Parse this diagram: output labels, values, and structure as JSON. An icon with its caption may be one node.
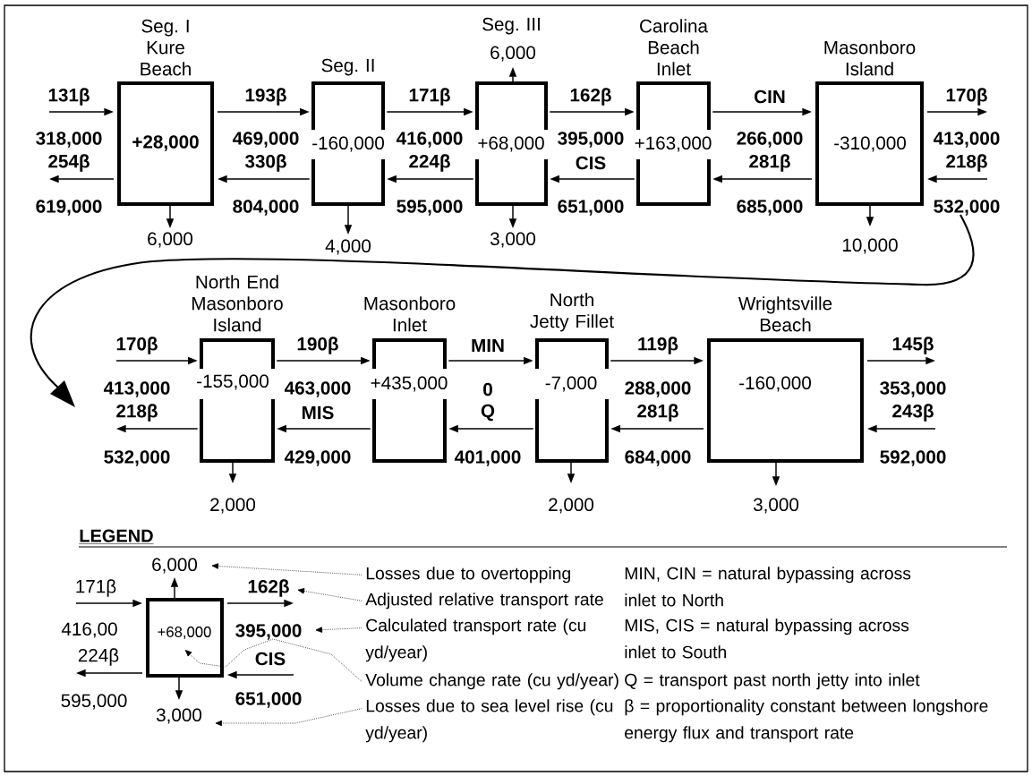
{
  "diagram": {
    "nodes": [
      {
        "text": [
          "Seg. I Kure Beach",
          "+28,000"
        ]
      },
      {
        "text": [
          "Seg. II",
          "-160,000"
        ]
      },
      {
        "text": [
          "Seg. III",
          "+68,000"
        ]
      },
      {
        "text": [
          "Carolina Beach Inlet",
          "+163,000"
        ]
      },
      {
        "text": [
          "Masonboro Island",
          "-310,000"
        ]
      },
      {
        "text": [
          "North End Masonboro Island",
          "-155,000"
        ]
      },
      {
        "text": [
          "Masonboro Inlet",
          "+435,000"
        ]
      },
      {
        "text": [
          "North Jetty Fillet",
          "-7,000"
        ]
      },
      {
        "text": [
          "Wrightsville Beach",
          "-160,000"
        ]
      },
      {
        "text": [
          "+68,000"
        ]
      },
      {
        "text": [
          "Losses due to overtopping"
        ]
      },
      {
        "text": [
          "Adjusted relative transport rate"
        ]
      },
      {
        "text": [
          "Calculated transport rate (cu yd/year)"
        ]
      },
      {
        "text": [
          "Volume change rate (cu yd/year)"
        ]
      },
      {
        "text": [
          "Losses due to sea level rise (cu yd/year)"
        ]
      }
    ],
    "edges": [
      {
        "from": null,
        "to": 0,
        "arrow": "to",
        "label": "131β"
      },
      {
        "from": 0,
        "to": null,
        "arrow": "to",
        "label": "254β"
      },
      {
        "from": 0,
        "to": 1,
        "arrow": "to",
        "label": "193β"
      },
      {
        "from": 1,
        "to": 0,
        "arrow": "to",
        "label": "330β"
      },
      {
        "from": 1,
        "to": 2,
        "arrow": "to",
        "label": "171β"
      },
      {
        "from": 2,
        "to": 1,
        "arrow": "to",
        "label": "224β"
      },
      {
        "from": 2,
        "to": 3,
        "arrow": "to",
        "label": "162β"
      },
      {
        "from": 3,
        "to": 2,
        "arrow": "to",
        "label": "CIS"
      },
      {
        "from": 3,
        "to": 4,
        "arrow": "to",
        "label": "CIN"
      },
      {
        "from": 4,
        "to": 3,
        "arrow": "to",
        "label": "281β"
      },
      {
        "from": 4,
        "to": null,
        "arrow": "to",
        "label": "170β"
      },
      {
        "from": null,
        "to": 4,
        "arrow": "to",
        "label": "218β"
      },
      {
        "from": null,
        "to": 5,
        "arrow": "to",
        "label": "170β"
      },
      {
        "from": 5,
        "to": null,
        "arrow": "to",
        "label": "218β"
      },
      {
        "from": 5,
        "to": 6,
        "arrow": "to",
        "label": "190β"
      },
      {
        "from": 6,
        "to": 5,
        "arrow": "to",
        "label": "MIS"
      },
      {
        "from": 6,
        "to": 7,
        "arrow": "to",
        "label": "MIN"
      },
      {
        "from": 7,
        "to": 6,
        "arrow": "to",
        "label": "Q"
      },
      {
        "from": 7,
        "to": 8,
        "arrow": "to",
        "label": "119β"
      },
      {
        "from": 8,
        "to": 7,
        "arrow": "to",
        "label": "281β"
      },
      {
        "from": 8,
        "to": null,
        "arrow": "to",
        "label": "145β"
      },
      {
        "from": null,
        "to": 8,
        "arrow": "to",
        "label": "243β"
      },
      {
        "from": 0,
        "to": null,
        "arrow": "to",
        "label": "6,000"
      },
      {
        "from": 1,
        "to": null,
        "arrow": "to",
        "label": "4,000"
      },
      {
        "from": 2,
        "to": null,
        "arrow": "to",
        "label": "6,000"
      },
      {
        "from": 2,
        "to": null,
        "arrow": "to",
        "label": "3,000"
      },
      {
        "from": 4,
        "to": null,
        "arrow": "to",
        "label": "10,000"
      },
      {
        "from": 5,
        "to": null,
        "arrow": "to",
        "label": "2,000"
      },
      {
        "from": 7,
        "to": null,
        "arrow": "to",
        "label": "2,000"
      },
      {
        "from": 8,
        "to": null,
        "arrow": "to",
        "label": "3,000"
      },
      {
        "from": null,
        "to": 9,
        "arrow": "to",
        "label": "171β"
      },
      {
        "from": 9,
        "to": null,
        "arrow": "to",
        "label": "224β"
      },
      {
        "from": 9,
        "to": null,
        "arrow": "to",
        "label": "162β"
      },
      {
        "from": null,
        "to": 9,
        "arrow": "to",
        "label": "CIS"
      },
      {
        "from": 9,
        "to": null,
        "arrow": "to",
        "label": "6,000"
      },
      {
        "from": 9,
        "to": null,
        "arrow": "to",
        "label": "3,000"
      },
      {
        "from": 10,
        "to": null,
        "arrow": "to",
        "style": "dashed"
      },
      {
        "from": 11,
        "to": null,
        "arrow": "to",
        "style": "dashed"
      },
      {
        "from": 12,
        "to": null,
        "arrow": "to",
        "style": "dashed"
      },
      {
        "from": 13,
        "to": 9,
        "arrow": "to",
        "style": "dashed"
      },
      {
        "from": 14,
        "to": null,
        "arrow": "to",
        "style": "dashed"
      }
    ],
    "labels": [
      "318,000",
      "619,000",
      "469,000",
      "804,000",
      "416,000",
      "595,000",
      "395,000",
      "651,000",
      "266,000",
      "685,000",
      "413,000",
      "532,000",
      "413,000",
      "532,000",
      "463,000",
      "429,000",
      "0",
      "401,000",
      "288,000",
      "684,000",
      "353,000",
      "592,000",
      "416,00",
      "595,000",
      "395,000",
      "651,000",
      "LEGEND",
      "MIN, CIN = natural bypassing across inlet to North",
      "MIS, CIS = natural bypassing across inlet to South",
      "Q = transport past north jetty into inlet",
      "β = proportionality constant between longshore energy flux and transport rate"
    ]
  }
}
